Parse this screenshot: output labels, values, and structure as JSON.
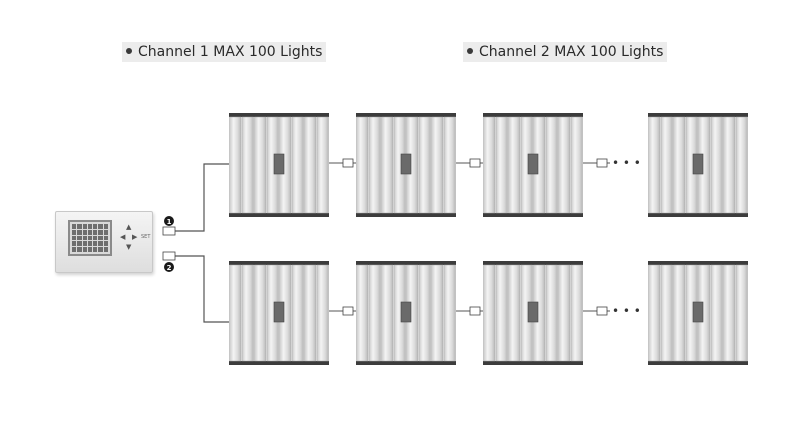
{
  "channels": [
    {
      "label": "Channel 1 MAX 100 Lights",
      "marker": "1"
    },
    {
      "label": "Channel 2 MAX 100 Lights",
      "marker": "2"
    }
  ],
  "controller": {
    "set_key": "SET"
  },
  "ellipsis": "• • •",
  "colors": {
    "fixture_panel": "#d6d6d6",
    "fixture_bar": "#3c3c3c",
    "driver_box": "#6a6a6a",
    "cable": "#555555",
    "label_bg": "#ececec"
  }
}
